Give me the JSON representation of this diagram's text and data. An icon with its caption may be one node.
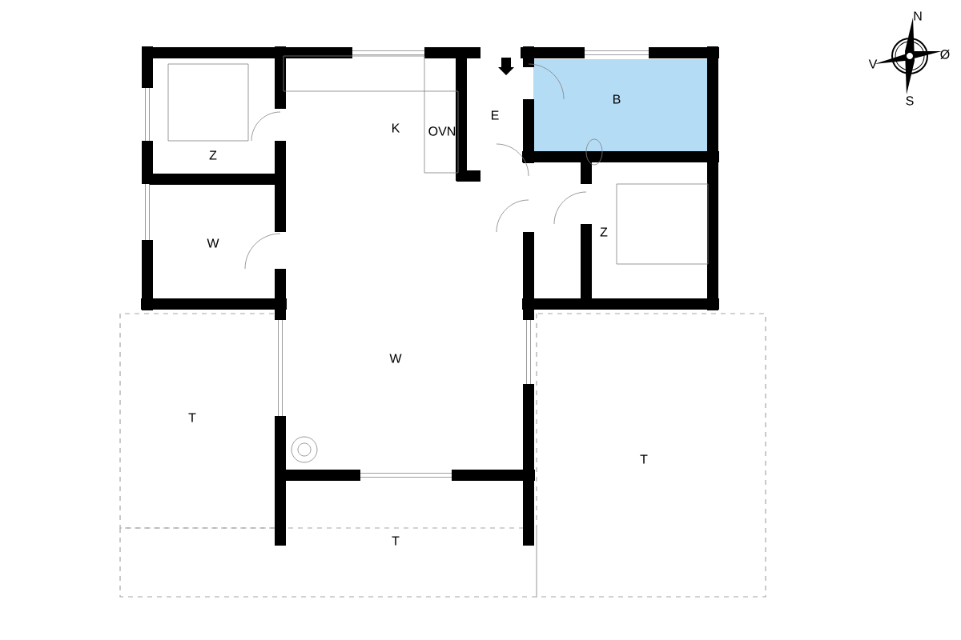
{
  "diagram": {
    "labels": [
      "N",
      "V",
      "Ø",
      "S",
      "Z",
      "K",
      "OVN",
      "E",
      "B",
      "W",
      "Z",
      "W",
      "T",
      "T",
      "T"
    ]
  }
}
